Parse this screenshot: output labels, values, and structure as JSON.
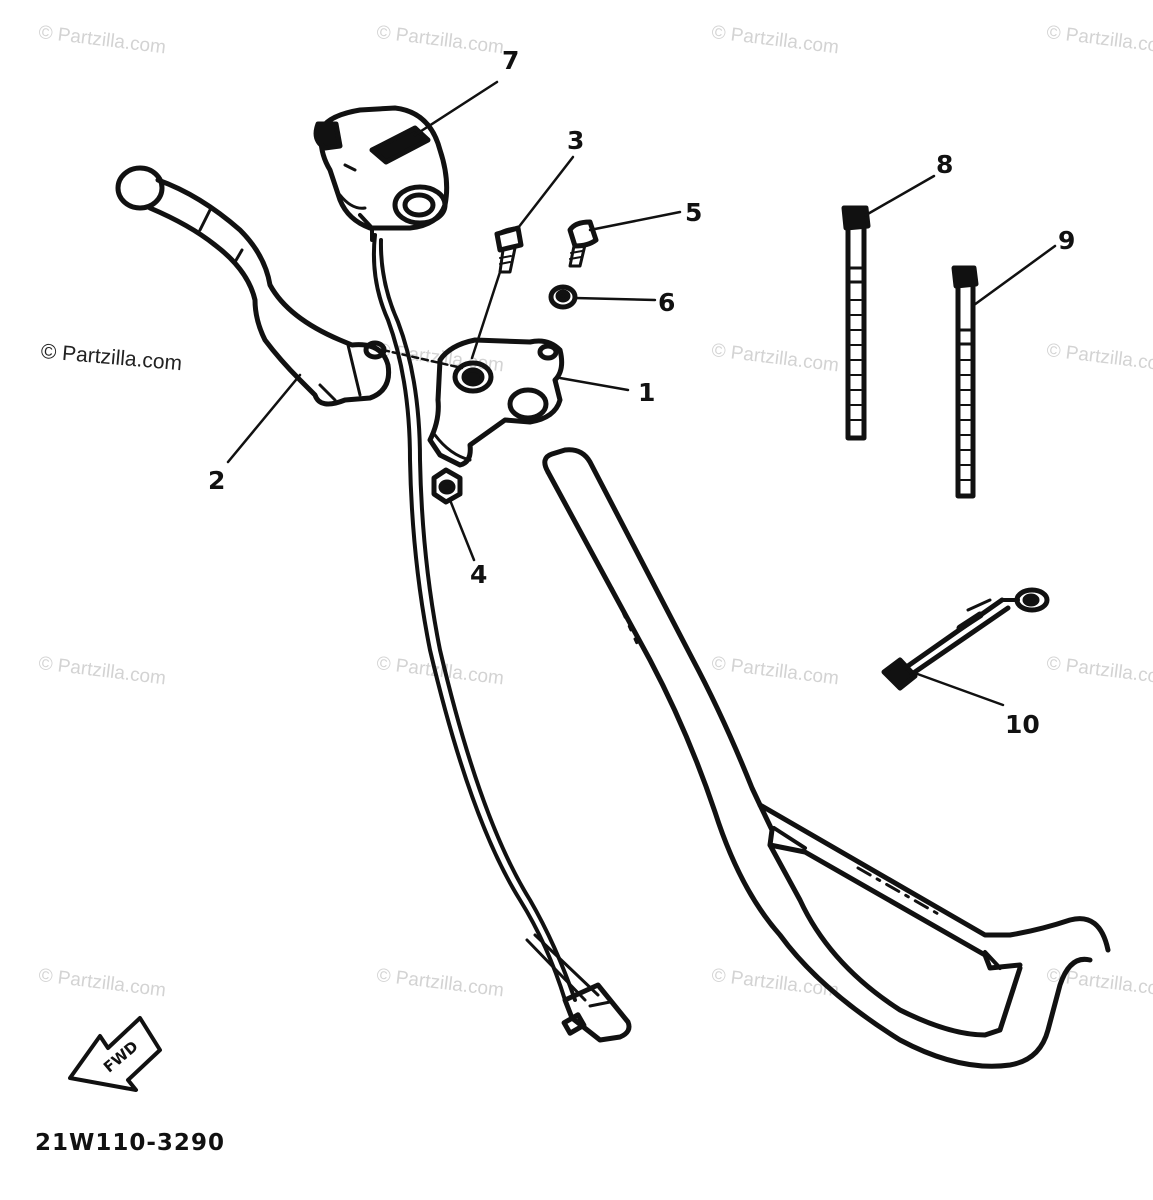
{
  "watermarks": [
    "© Partzilla.com",
    "© Partzilla.com",
    "© Partzilla.com",
    "© Partzilla.com",
    "© Partzilla.com",
    "© Partzilla.com",
    "© Partzilla.com",
    "© Partzilla.com",
    "© Partzilla.com",
    "© Partzilla.com",
    "© Partzilla.com",
    "© Partzilla.com",
    "© Partzilla.com",
    "© Partzilla.com",
    "© Partzilla.com"
  ],
  "credit": "© Partzilla.com",
  "callouts": [
    "1",
    "2",
    "3",
    "4",
    "5",
    "6",
    "7",
    "8",
    "9",
    "10"
  ],
  "fwd_label": "FWD",
  "diagram_code": "21W110-3290"
}
